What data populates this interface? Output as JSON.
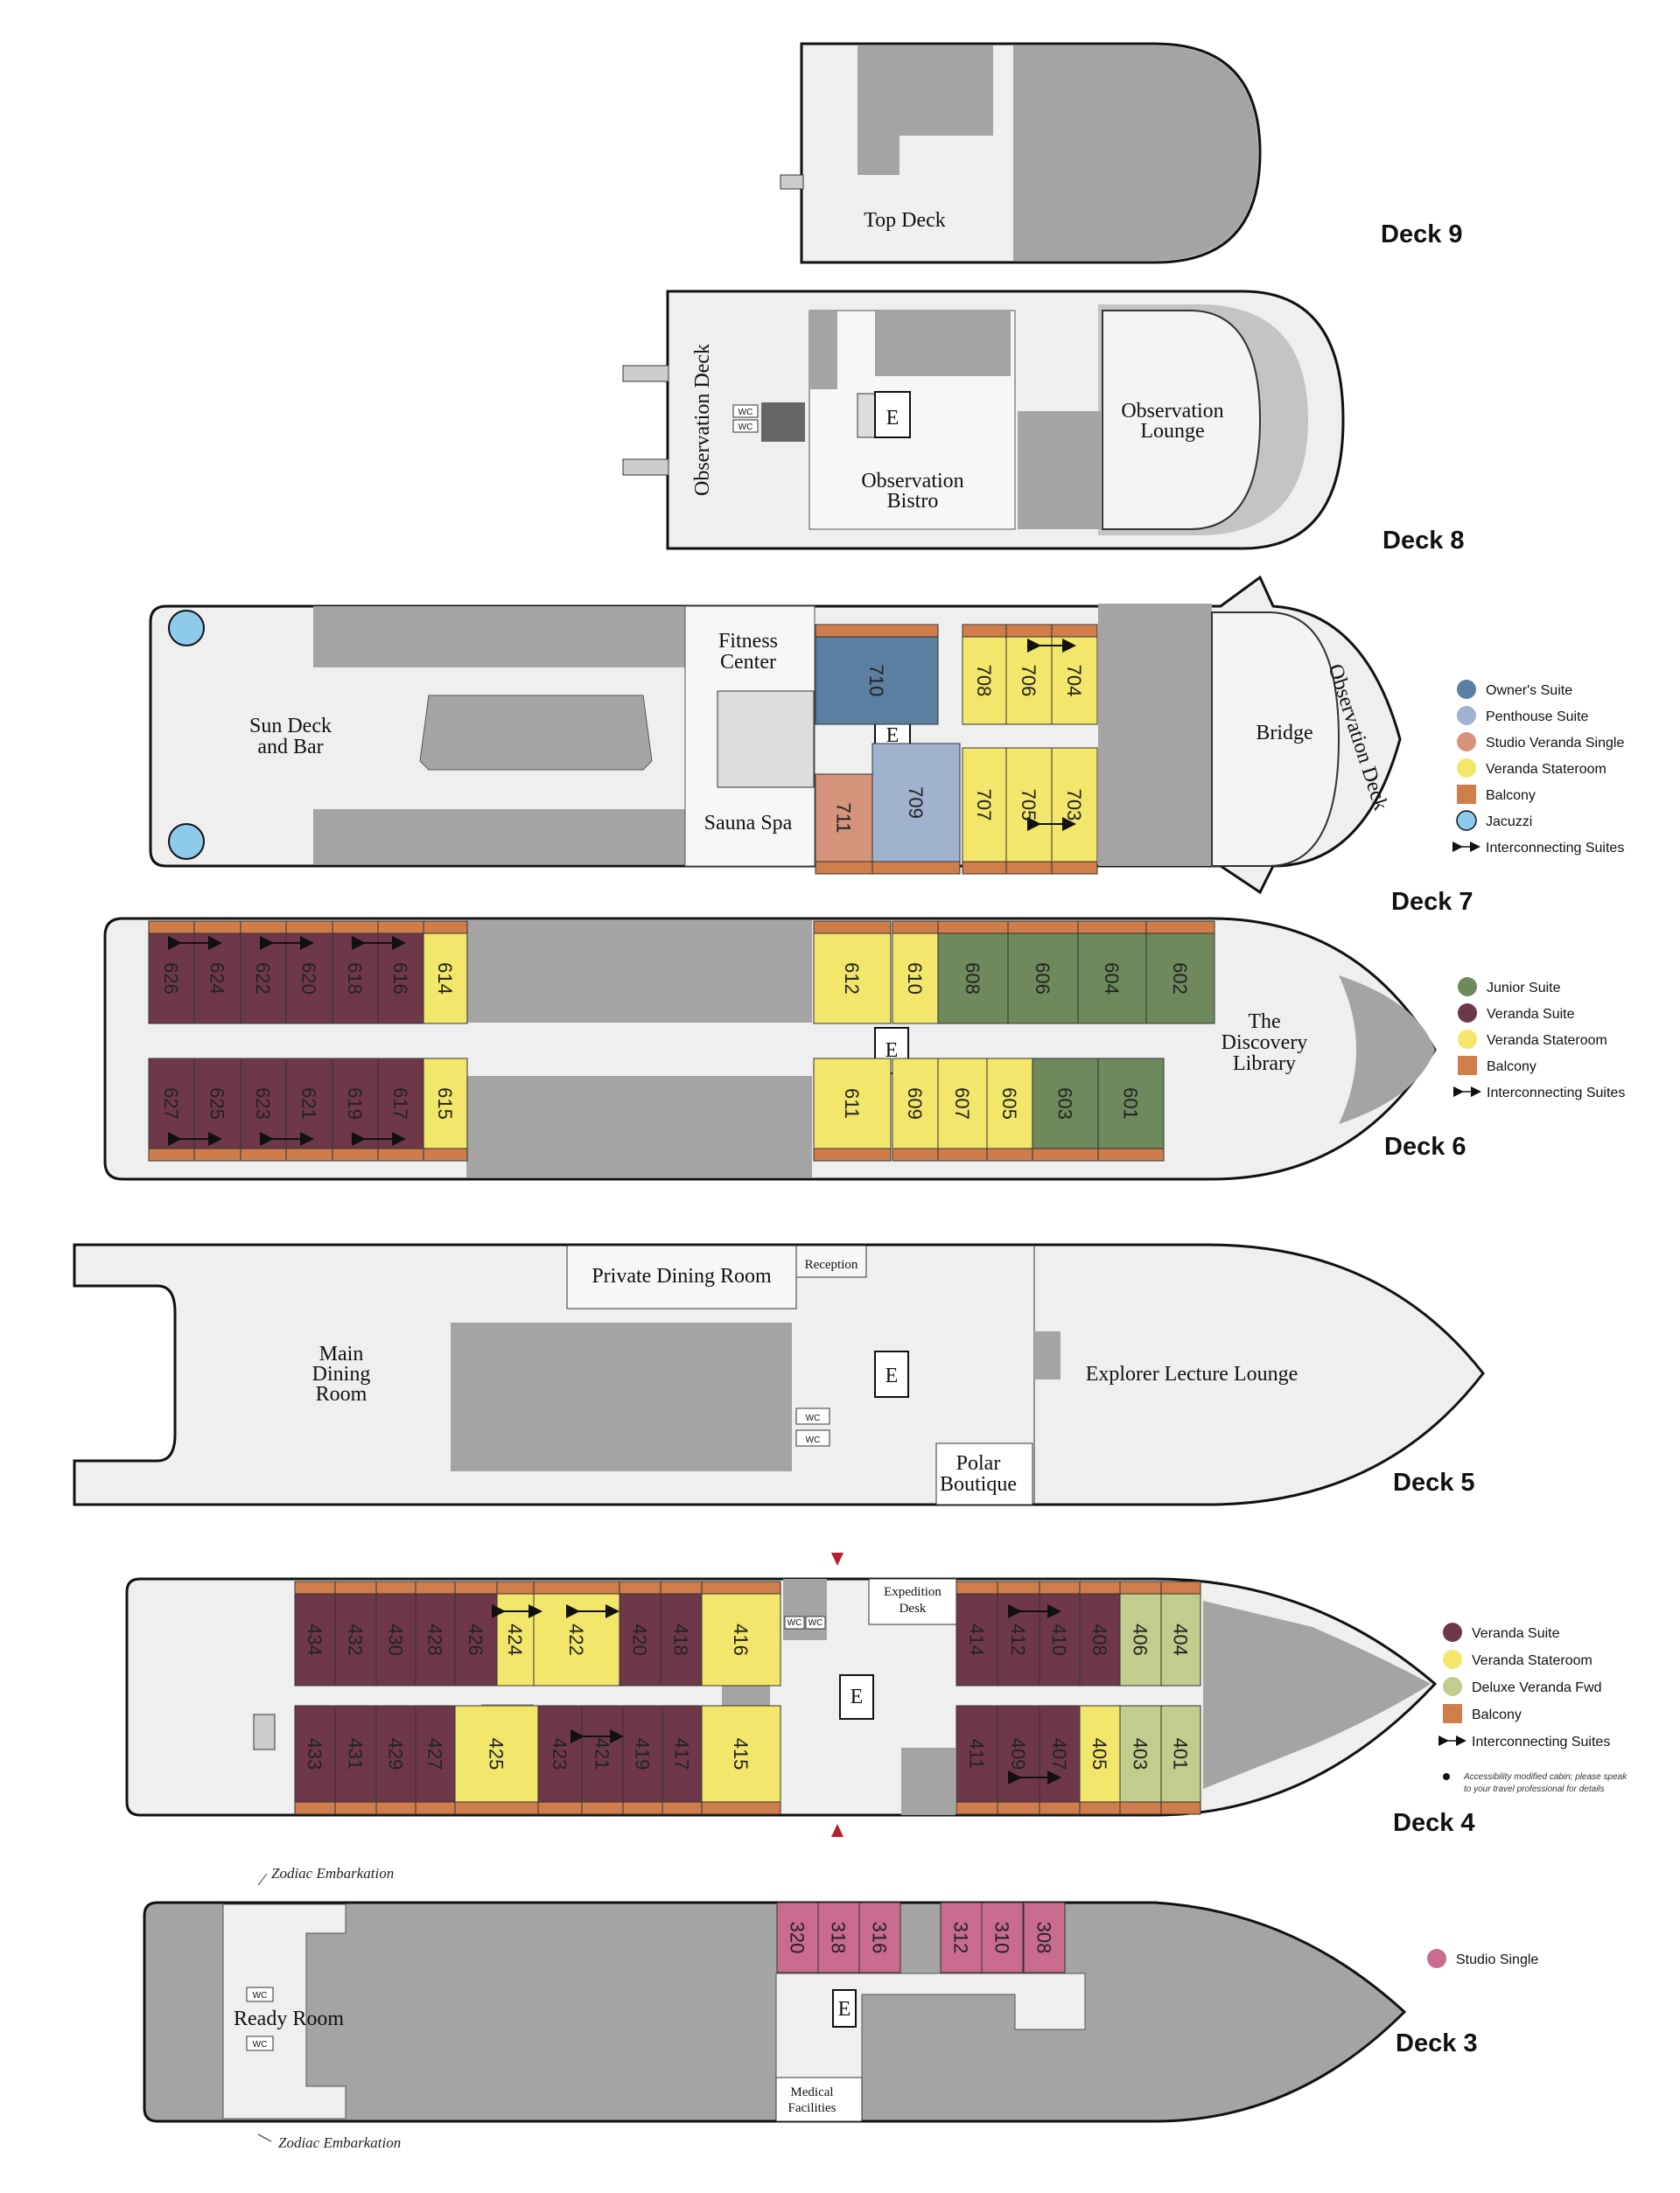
{
  "colors": {
    "owners_suite": "#5a7fa0",
    "penthouse_suite": "#9fb3cf",
    "studio_veranda_single": "#d4937a",
    "veranda_stateroom": "#f2e66b",
    "junior_suite": "#6e8a5c",
    "veranda_suite": "#6e3848",
    "deluxe_veranda_fwd": "#c2cc8c",
    "studio_single": "#c96b8f",
    "balcony": "#cf7d4b",
    "jacuzzi": "#8ecbeb",
    "service_gray": "#a4a4a4",
    "public_area": "#efefef"
  },
  "decks": {
    "d9": {
      "label": "Deck 9",
      "top_deck": "Top Deck"
    },
    "d8": {
      "label": "Deck 8",
      "observation_deck": "Observation Deck",
      "observation_lounge_1": "Observation",
      "observation_lounge_2": "Lounge",
      "observation_bistro_1": "Observation",
      "observation_bistro_2": "Bistro",
      "elevator": "E",
      "wc": "WC"
    },
    "d7": {
      "label": "Deck 7",
      "sun_deck_1": "Sun Deck",
      "sun_deck_2": "and Bar",
      "fitness_1": "Fitness",
      "fitness_2": "Center",
      "sauna": "Sauna Spa",
      "bridge": "Bridge",
      "observation_deck": "Observation Deck",
      "elevator": "E",
      "cabins": [
        "710",
        "708",
        "706",
        "704",
        "711",
        "709",
        "707",
        "705",
        "703"
      ]
    },
    "d6": {
      "label": "Deck 6",
      "library_1": "The",
      "library_2": "Discovery",
      "library_3": "Library",
      "elevator": "E",
      "cabins": [
        "626",
        "624",
        "622",
        "620",
        "618",
        "616",
        "614",
        "612",
        "610",
        "608",
        "606",
        "604",
        "602",
        "627",
        "625",
        "623",
        "621",
        "619",
        "617",
        "615",
        "611",
        "609",
        "607",
        "605",
        "603",
        "601"
      ]
    },
    "d5": {
      "label": "Deck 5",
      "main_dining_1": "Main",
      "main_dining_2": "Dining",
      "main_dining_3": "Room",
      "private_dining": "Private Dining Room",
      "reception": "Reception",
      "explorer_lounge": "Explorer Lecture Lounge",
      "polar_1": "Polar",
      "polar_2": "Boutique",
      "elevator": "E",
      "wc": "WC"
    },
    "d4": {
      "label": "Deck 4",
      "expedition_1": "Expedition",
      "expedition_2": "Desk",
      "elevator": "E",
      "wc": "WC",
      "cabins": [
        "434",
        "432",
        "430",
        "428",
        "426",
        "424",
        "422",
        "420",
        "418",
        "416",
        "414",
        "412",
        "410",
        "408",
        "406",
        "404",
        "433",
        "431",
        "429",
        "427",
        "425",
        "423",
        "421",
        "419",
        "417",
        "415",
        "411",
        "409",
        "407",
        "405",
        "403",
        "401"
      ]
    },
    "d3": {
      "label": "Deck 3",
      "ready_room": "Ready Room",
      "medical_1": "Medical",
      "medical_2": "Facilities",
      "zodiac_top": "Zodiac Embarkation",
      "zodiac_bottom": "Zodiac Embarkation",
      "elevator": "E",
      "wc": "WC",
      "cabins": [
        "320",
        "318",
        "316",
        "312",
        "310",
        "308"
      ]
    }
  },
  "legends": {
    "deck7": [
      "Owner's Suite",
      "Penthouse Suite",
      "Studio Veranda Single",
      "Veranda Stateroom",
      "Balcony",
      "Jacuzzi",
      "Interconnecting Suites"
    ],
    "deck6": [
      "Junior Suite",
      "Veranda Suite",
      "Veranda Stateroom",
      "Balcony",
      "Interconnecting Suites"
    ],
    "deck4": [
      "Veranda Suite",
      "Veranda Stateroom",
      "Deluxe Veranda Fwd",
      "Balcony",
      "Interconnecting Suites"
    ],
    "deck4_note_1": "Accessibility modified cabin; please speak",
    "deck4_note_2": "to your travel professional for details",
    "deck3": [
      "Studio Single"
    ]
  }
}
